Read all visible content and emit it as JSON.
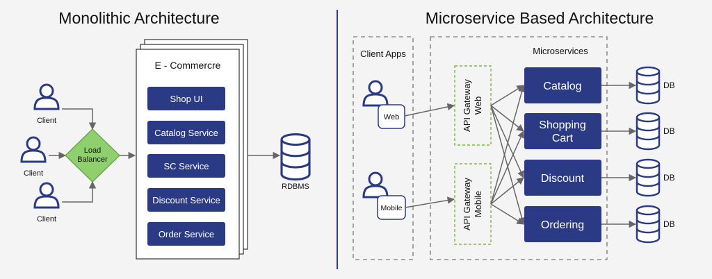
{
  "monolith": {
    "title": "Monolithic Architecture",
    "clients": [
      "Client",
      "Client",
      "Client"
    ],
    "load_balancer": [
      "Load",
      "Balancer"
    ],
    "app_title": "E - Commercre",
    "services": [
      "Shop UI",
      "Catalog Service",
      "SC Service",
      "Discount Service",
      "Order Service"
    ],
    "database": "RDBMS"
  },
  "microservice": {
    "title": "Microservice Based Architecture",
    "client_apps_label": "Client Apps",
    "client_devices": [
      "Web",
      "Mobile"
    ],
    "microservices_label": "Microservices",
    "gateways": [
      [
        "API Gateway",
        "Web"
      ],
      [
        "API Gateway",
        "Mobile"
      ]
    ],
    "services": [
      [
        "Catalog"
      ],
      [
        "Shopping",
        "Cart"
      ],
      [
        "Discount"
      ],
      [
        "Ordering"
      ]
    ],
    "db_label": "DB"
  },
  "colors": {
    "background": "#f4f4f4",
    "service_box": "#2b3a85",
    "load_balancer": "#8fcf6e",
    "gateway_border": "#7cb342",
    "user_icon": "#2b3a85",
    "divider": "#2b3a85"
  }
}
